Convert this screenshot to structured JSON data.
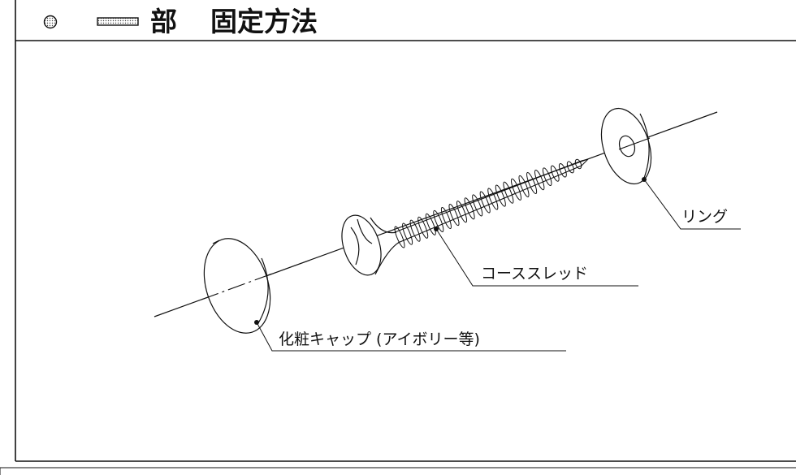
{
  "header": {
    "part_label": "部",
    "title": "固定方法"
  },
  "diagram": {
    "labels": {
      "ring": "リング",
      "coarse_thread": "コーススレッド",
      "cap": "化粧キャップ (アイボリー等)"
    },
    "colors": {
      "line": "#111111",
      "dot_fill": "#cccccc"
    }
  }
}
